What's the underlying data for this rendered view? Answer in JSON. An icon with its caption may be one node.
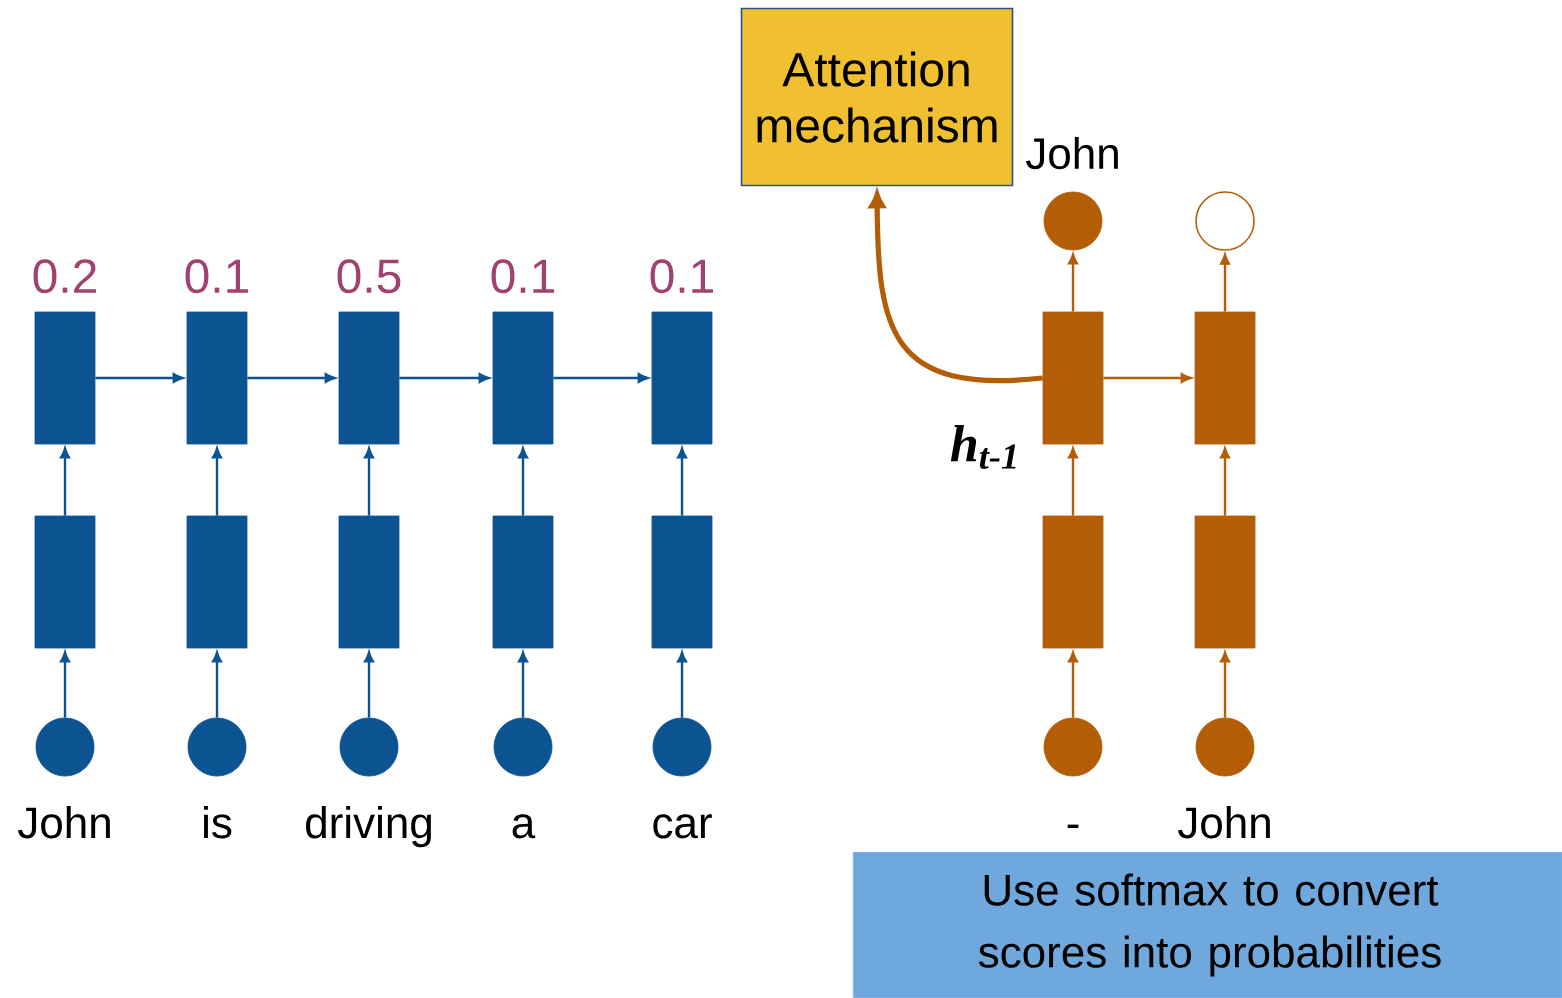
{
  "diagram": {
    "nodes": [
      {
        "text": [
          "Attention mechanism"
        ]
      },
      {
        "text": [],
        "shape": "box",
        "beside": [
          "0.2"
        ]
      },
      {
        "text": [],
        "shape": "box"
      },
      {
        "text": [],
        "shape": "circle",
        "beside": [
          "John"
        ]
      },
      {
        "text": [],
        "shape": "box",
        "beside": [
          "0.1"
        ]
      },
      {
        "text": [],
        "shape": "box"
      },
      {
        "text": [],
        "shape": "circle",
        "beside": [
          "is"
        ]
      },
      {
        "text": [],
        "shape": "box",
        "beside": [
          "0.5"
        ]
      },
      {
        "text": [],
        "shape": "box"
      },
      {
        "text": [],
        "shape": "circle",
        "beside": [
          "driving"
        ]
      },
      {
        "text": [],
        "shape": "box",
        "beside": [
          "0.1"
        ]
      },
      {
        "text": [],
        "shape": "box"
      },
      {
        "text": [],
        "shape": "circle",
        "beside": [
          "a"
        ]
      },
      {
        "text": [],
        "shape": "box",
        "beside": [
          "0.1"
        ]
      },
      {
        "text": [],
        "shape": "box"
      },
      {
        "text": [],
        "shape": "circle",
        "beside": [
          "car"
        ]
      },
      {
        "text": [],
        "shape": "circle",
        "beside": [
          "John"
        ]
      },
      {
        "text": [],
        "shape": "box"
      },
      {
        "text": [],
        "shape": "box"
      },
      {
        "text": [],
        "shape": "circle",
        "beside": [
          "-"
        ]
      },
      {
        "text": [],
        "shape": "circle"
      },
      {
        "text": [],
        "shape": "box"
      },
      {
        "text": [],
        "shape": "box"
      },
      {
        "text": [],
        "shape": "circle",
        "beside": [
          "John"
        ]
      },
      {
        "text": [
          "Use softmax to convert scores into probabilities"
        ]
      }
    ],
    "edges": [
      {
        "from": 3,
        "to": 2,
        "arrow": "to"
      },
      {
        "from": 2,
        "to": 1,
        "arrow": "to"
      },
      {
        "from": 6,
        "to": 5,
        "arrow": "to"
      },
      {
        "from": 5,
        "to": 4,
        "arrow": "to"
      },
      {
        "from": 9,
        "to": 8,
        "arrow": "to"
      },
      {
        "from": 8,
        "to": 7,
        "arrow": "to"
      },
      {
        "from": 12,
        "to": 11,
        "arrow": "to"
      },
      {
        "from": 11,
        "to": 10,
        "arrow": "to"
      },
      {
        "from": 15,
        "to": 14,
        "arrow": "to"
      },
      {
        "from": 14,
        "to": 13,
        "arrow": "to"
      },
      {
        "from": 1,
        "to": 4,
        "arrow": "to"
      },
      {
        "from": 4,
        "to": 7,
        "arrow": "to"
      },
      {
        "from": 7,
        "to": 10,
        "arrow": "to"
      },
      {
        "from": 10,
        "to": 13,
        "arrow": "to"
      },
      {
        "from": 19,
        "to": 18,
        "arrow": "to",
        "color": "#b35e06"
      },
      {
        "from": 18,
        "to": 17,
        "arrow": "to",
        "color": "#b35e06"
      },
      {
        "from": 17,
        "to": 16,
        "arrow": "to",
        "color": "#b35e06"
      },
      {
        "from": 23,
        "to": 22,
        "arrow": "to",
        "color": "#b35e06"
      },
      {
        "from": 22,
        "to": 21,
        "arrow": "to",
        "color": "#b35e06"
      },
      {
        "from": 21,
        "to": 20,
        "arrow": "to",
        "color": "#b35e06"
      },
      {
        "from": 17,
        "to": 21,
        "arrow": "to",
        "color": "#b35e06"
      },
      {
        "from": 17,
        "to": 0,
        "arrow": "to",
        "color": "#b35e06",
        "style": "thick"
      }
    ],
    "labels": [
      "h$_{t-1}$"
    ]
  }
}
